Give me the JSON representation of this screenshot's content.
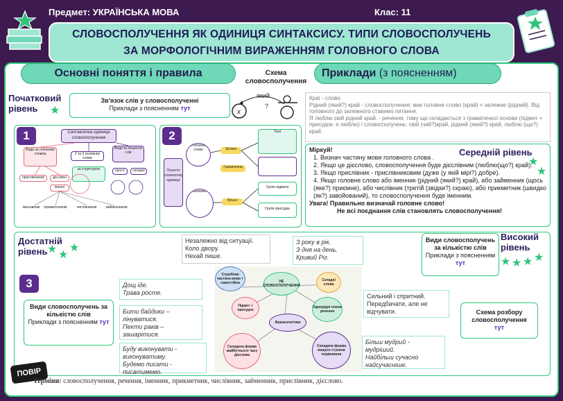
{
  "header": {
    "subject": "Предмет: УКРАЇНСЬКА МОВА",
    "class": "Клас: 11"
  },
  "title": {
    "line1": "СЛОВОСПОЛУЧЕННЯ ЯК ОДИНИЦЯ СИНТАКСИСУ. ТИПИ СЛОВОСПОЛУЧЕНЬ",
    "line2": "ЗА МОРФОЛОГІЧНИМ ВИРАЖЕННЯМ ГОЛОВНОГО СЛОВА"
  },
  "sections": {
    "basic": "Основні поняття і правила",
    "examples": "Приклади",
    "examples_note": "(з поясненням)",
    "scheme_title": "Схема словосполучення",
    "scheme_q1": "який",
    "scheme_q2": "?",
    "scheme_x": "x"
  },
  "levels": {
    "initial": "Початковий рівень",
    "middle": "Середній рівень",
    "sufficient": "Достатній рівень",
    "high": "Високий рівень"
  },
  "initial_box": {
    "title": "Зв'язок слів у словосполученні",
    "line": "Приклади з поясненням",
    "link": "тут"
  },
  "numbers": [
    "1",
    "2",
    "3"
  ],
  "example_text": {
    "l1": "Краї - слово.",
    "l2": "Рідний (який?) край - словосполучення: має головне слово (край) + залежне (рідний). Від головного до залежного ставимо питання.",
    "l3": "Я люблю свій рідний край. - речення, тому що складається з граматичної основи (підмет + присудок: я люблю) і словосполучень: свій (чий?)край, рідний (який?) край, люблю (що?) край."
  },
  "think": {
    "title": "Міркуй!",
    "items": [
      "Визнач частину мови головного слова .",
      "Якщо це дієслово, словосполучення буде дієслівним (люблю(що?) край).",
      "Якщо прислівник - прислівниковим (дуже (у якій мірі?) добре).",
      "Якщо головне слово або іменник (рідний (який?) край), або займенник (щось (яке?) приємне), або числівник (третій (звідки?) скраю), або прикметник (швидко (як?) завойований), то словосполучення буде іменним."
    ],
    "warn1": "Увага! Правильно визначай головне слово!",
    "warn2": "Не всі поєднання слів становлять словосполучення!"
  },
  "diagram1": {
    "top": "Синтаксична одиниця словосполучення",
    "a": "Види за головним словом",
    "b": "2 та 3 основних слова",
    "c": "Види за кількістю слів",
    "d": "прислівникові",
    "e": "дієслівні",
    "f": "іменні",
    "g": "за структурою",
    "h": "прості",
    "i": "складні",
    "j": "іменникові",
    "k": "прикметникові",
    "l": "числівникові",
    "m": "займенникові"
  },
  "diagram2": {
    "left": "Поняття словосполучення одиниця",
    "a": "Головне слово",
    "b": "Залежне",
    "c": "Зв'язок",
    "d": "Граматична",
    "e": "Вільні",
    "f": "Тісні",
    "g": "Група підмета",
    "h": "Група присудка"
  },
  "bubbles": {
    "b1": "Незалежно від ситуації.\nКоло двору.\nНехай пише.",
    "b2": "З року в рік.\nЗ дня на день.\nКривий Ріг.",
    "b3": "Дощ іде.\nТрава росте.",
    "b4": "Бити байдики –\nлінуватися.\nПекти раків –\nзашарітися.",
    "b5": "Сильний і спритний.\nПередбачати, але не\nвідчувати.",
    "b6": "Буду виконувати -\nвиконуватиму.\nБудемо писати -\nписатимемо.",
    "b7": "Більш мудрий -\nмудріший.\nНайбільш сучасно\nнайсучасніше."
  },
  "mindmap": {
    "center": "НЕ СЛОВОСПОЛУЧЕННЯ",
    "n1": "Службова частина мови + самостійна",
    "n2": "Складні слова",
    "n3": "Підмет + присудок",
    "n4": "Однорідні члени речення",
    "n5": "Фразеологізми",
    "n6": "Складена форма майбутнього часу дієслова",
    "n7": "Складена форма вищого ступеня порівняння"
  },
  "types_box": {
    "title": "Види словосполучень за кількістю слів",
    "line": "Приклади з поясненням",
    "link": "тут"
  },
  "types_box2": {
    "title": "Види словосполучень за кількістю слів",
    "line": "Приклади з поясненням",
    "link": "тут"
  },
  "parse_box": {
    "title": "Схема розбору словосполучення",
    "link": "тут"
  },
  "logo": "ПОВІР",
  "terms": {
    "label": "Терміни:",
    "text": "словосполучення, речення, іменник, прикметник, числівник, займенник, прислівник, дієслово."
  },
  "colors": {
    "background": "#3d1a4f",
    "accent_green": "#2ec47a",
    "mint": "#9fe6d3",
    "purple": "#5b2d8e",
    "link": "#5a2db8"
  }
}
